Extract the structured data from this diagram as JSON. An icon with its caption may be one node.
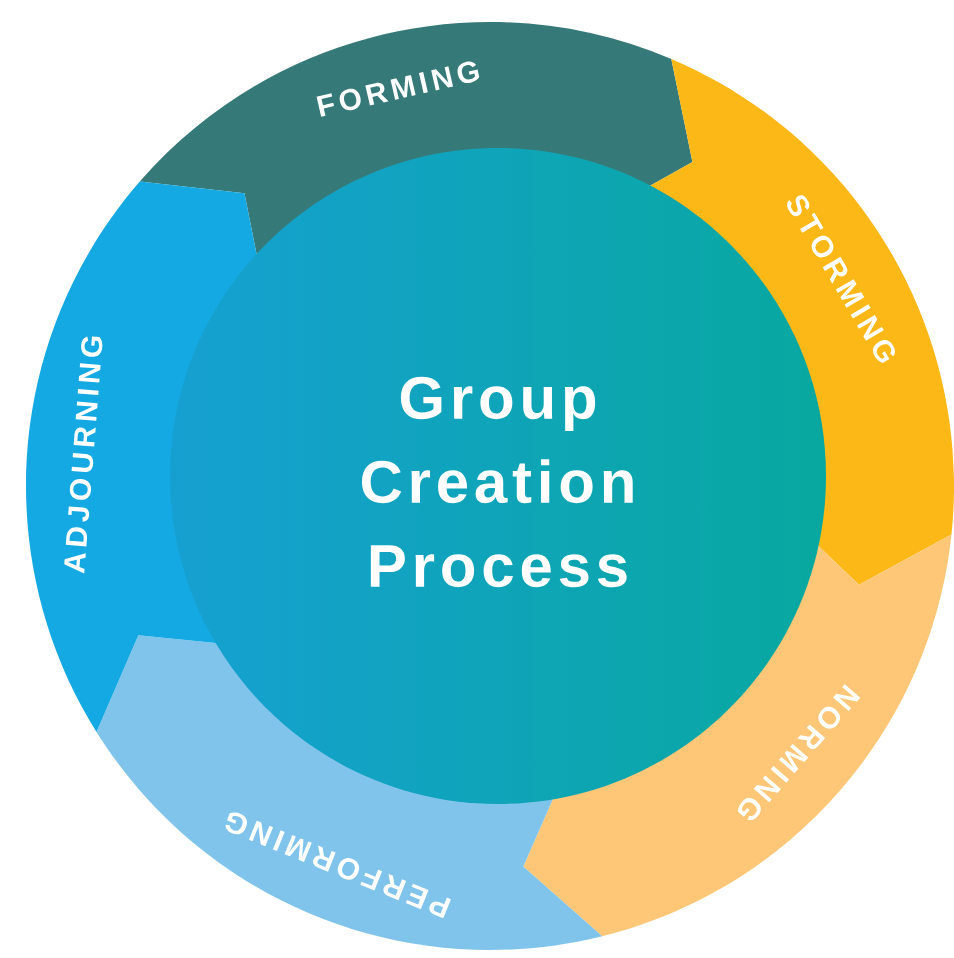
{
  "diagram": {
    "nodes": [
      {
        "text": [
          "Group Creation Process"
        ]
      },
      {
        "text": [
          "FORMING"
        ]
      },
      {
        "text": [
          "STORMING"
        ]
      },
      {
        "text": [
          "NORMING"
        ]
      },
      {
        "text": [
          "PERFORMING"
        ]
      },
      {
        "text": [
          "ADJOURNING"
        ]
      }
    ]
  }
}
